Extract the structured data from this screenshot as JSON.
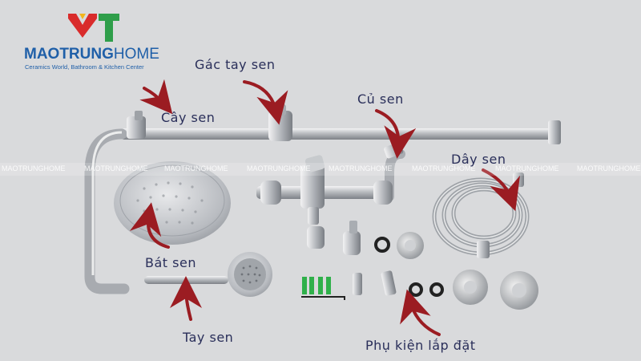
{
  "brand": {
    "name_bold": "MAOTRUNG",
    "name_light": "HOME",
    "tagline": "Ceramics World, Bathroom & Kitchen Center"
  },
  "watermark": [
    "MAOTRUNGHOME",
    "MAOTRUNGHOME",
    "MAOTRUNGHOME",
    "MAOTRUNGHOME",
    "MAOTRUNGHOME",
    "MAOTRUNGHOME",
    "MAOTRUNGHOME",
    "MAOTRUNGHOME"
  ],
  "labels": {
    "gac_tay_sen": "Gác tay sen",
    "cay_sen": "Cây sen",
    "cu_sen": "Củ sen",
    "day_sen": "Dây sen",
    "bat_sen": "Bát sen",
    "tay_sen": "Tay sen",
    "phu_kien": "Phụ kiện lắp đặt"
  },
  "colors": {
    "background": "#d9dadc",
    "label_text": "#2a2f5a",
    "arrow": "#9b1c22",
    "brand_blue": "#1f5fa8",
    "logo_red": "#d92b2b",
    "logo_yellow": "#f3b51b",
    "logo_green": "#2f9e4a"
  }
}
